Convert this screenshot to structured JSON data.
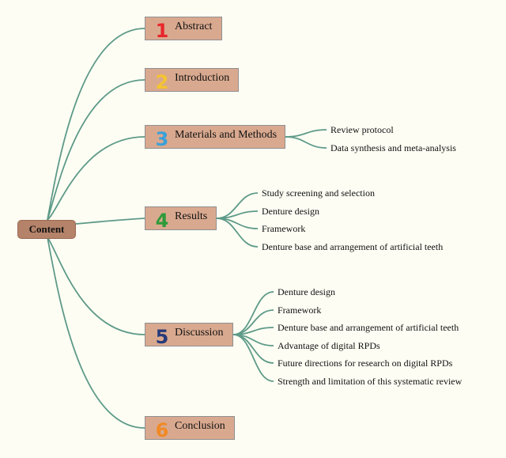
{
  "root": {
    "label": "Content"
  },
  "sections": [
    {
      "number": "1",
      "color": "#e8262c",
      "label": "Abstract",
      "items": []
    },
    {
      "number": "2",
      "color": "#f5c431",
      "label": "Introduction",
      "items": []
    },
    {
      "number": "3",
      "color": "#3aa0d8",
      "label": "Materials and Methods",
      "items": [
        "Review protocol",
        "Data synthesis and meta-analysis"
      ]
    },
    {
      "number": "4",
      "color": "#2e9a3a",
      "label": "Results",
      "items": [
        "Study screening and selection",
        "Denture design",
        "Framework",
        "Denture base and arrangement of artificial teeth"
      ]
    },
    {
      "number": "5",
      "color": "#263a7a",
      "label": "Discussion",
      "items": [
        "Denture design",
        "Framework",
        "Denture base and arrangement of artificial teeth",
        "Advantage of digital RPDs",
        "Future directions for research on digital RPDs",
        "Strength and limitation of this systematic review"
      ]
    },
    {
      "number": "6",
      "color": "#f08a25",
      "label": "Conclusion",
      "items": []
    }
  ]
}
